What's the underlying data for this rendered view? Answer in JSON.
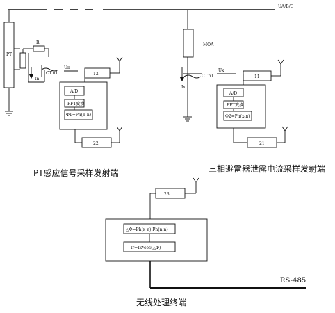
{
  "bus_label": "UA/B/C",
  "left_unit": {
    "pt_label": "PT",
    "resistor_label": "R",
    "ct_label": "CT.n1",
    "voltage_label": "Un",
    "current_label": "In",
    "tx_box_label": "12",
    "ad_label": "A/D",
    "fft_label": "FFT变换",
    "phase_label": "Φ1=Ph(n-n)",
    "rx_box_label": "22",
    "caption": "PT感应信号采样发射端"
  },
  "right_unit": {
    "moa_label": "MOA",
    "ct_label": "CT.n1",
    "voltage_label": "Ux",
    "current_label": "Ix",
    "tx_box_label": "11",
    "ad_label": "A/D",
    "fft_label": "FFT变换",
    "phase_label": "Φ2=Ph(x-n)",
    "rx_box_label": "21",
    "caption": "三相避雷器泄露电流采样发射端"
  },
  "terminal": {
    "box_label": "23",
    "delta_label": "△Φ=Ph(x-n)-Ph(n-n)",
    "ir_label": "Ir=Ix*cos(△Φ)",
    "rs485_label": "RS-485",
    "caption": "无线处理终端"
  }
}
